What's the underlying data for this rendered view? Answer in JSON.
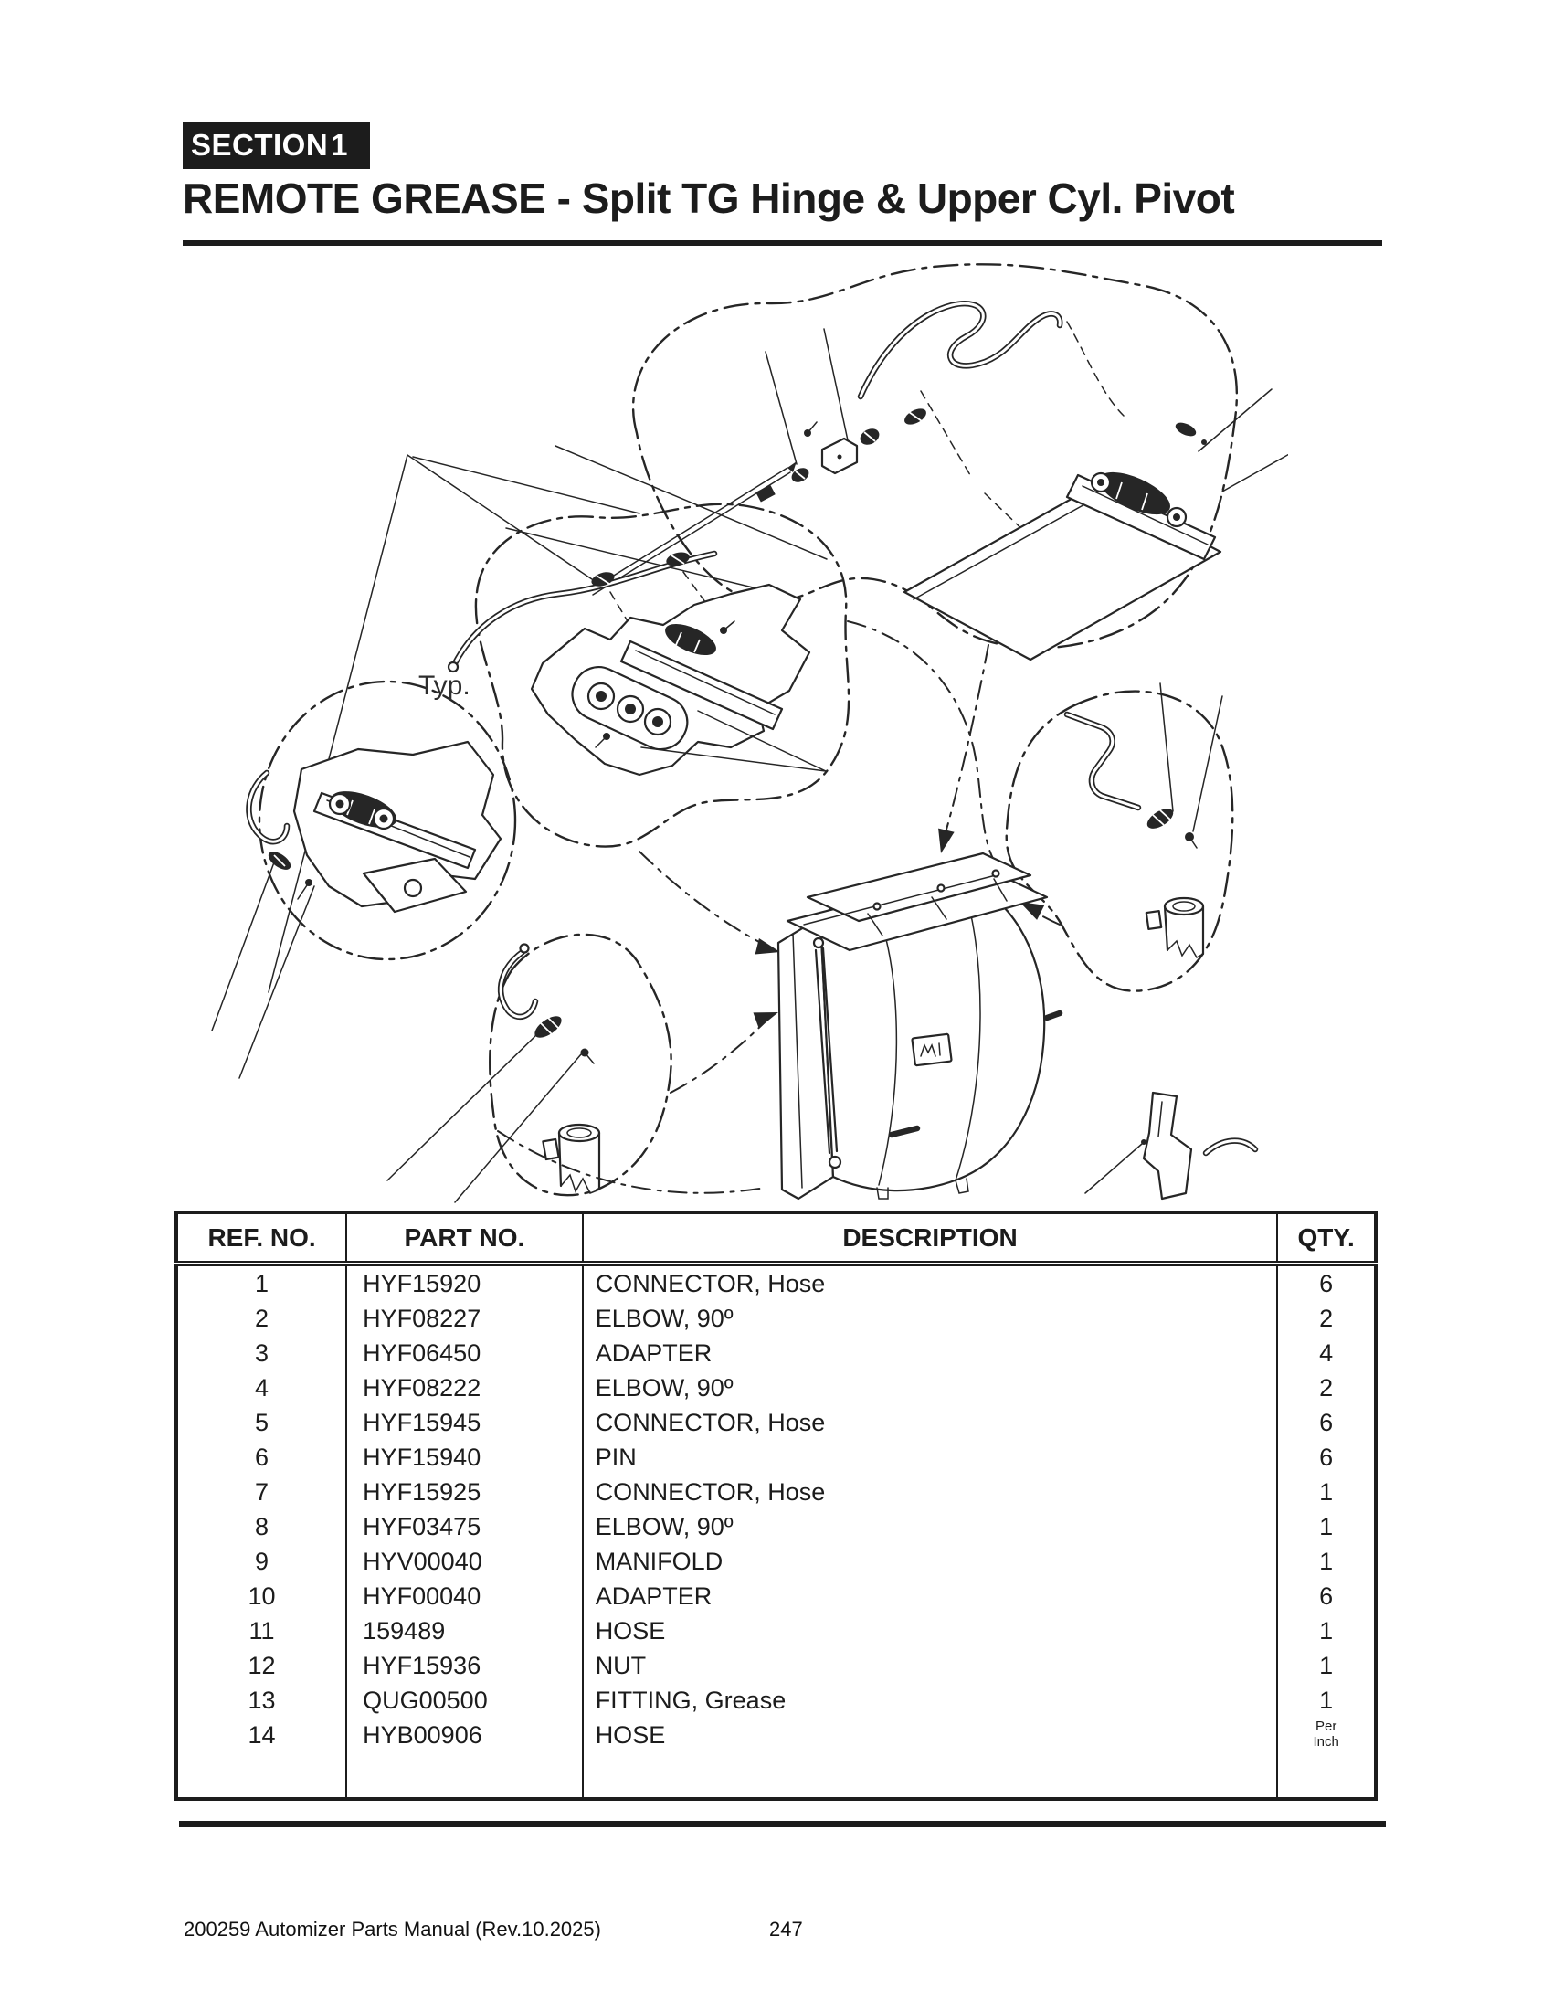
{
  "section": {
    "label": "SECTION",
    "number": "1"
  },
  "title": "REMOTE GREASE - Split TG Hinge & Upper Cyl. Pivot",
  "diagram": {
    "typ_label": "Typ."
  },
  "table": {
    "headers": [
      "REF. NO.",
      "PART NO.",
      "DESCRIPTION",
      "QTY."
    ],
    "rows": [
      {
        "ref": "1",
        "part": "HYF15920",
        "desc": "CONNECTOR, Hose",
        "qty": "6"
      },
      {
        "ref": "2",
        "part": "HYF08227",
        "desc": "ELBOW, 90º",
        "qty": "2"
      },
      {
        "ref": "3",
        "part": "HYF06450",
        "desc": "ADAPTER",
        "qty": "4"
      },
      {
        "ref": "4",
        "part": "HYF08222",
        "desc": "ELBOW, 90º",
        "qty": "2"
      },
      {
        "ref": "5",
        "part": "HYF15945",
        "desc": "CONNECTOR, Hose",
        "qty": "6"
      },
      {
        "ref": "6",
        "part": "HYF15940",
        "desc": "PIN",
        "qty": "6"
      },
      {
        "ref": "7",
        "part": "HYF15925",
        "desc": "CONNECTOR, Hose",
        "qty": "1"
      },
      {
        "ref": "8",
        "part": "HYF03475",
        "desc": "ELBOW, 90º",
        "qty": "1"
      },
      {
        "ref": "9",
        "part": "HYV00040",
        "desc": "MANIFOLD",
        "qty": "1"
      },
      {
        "ref": "10",
        "part": "HYF00040",
        "desc": "ADAPTER",
        "qty": "6"
      },
      {
        "ref": "11",
        "part": "159489",
        "desc": "HOSE",
        "qty": "1"
      },
      {
        "ref": "12",
        "part": "HYF15936",
        "desc": "NUT",
        "qty": "1"
      },
      {
        "ref": "13",
        "part": "QUG00500",
        "desc": "FITTING, Grease",
        "qty": "1"
      },
      {
        "ref": "14",
        "part": "HYB00906",
        "desc": "HOSE",
        "qty": "Per\nInch"
      }
    ]
  },
  "footer": {
    "doc": "200259 Automizer Parts Manual (Rev.10.2025)",
    "page": "247"
  }
}
